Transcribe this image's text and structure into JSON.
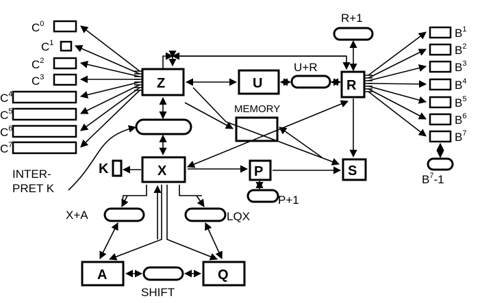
{
  "blocks": {
    "Z": "Z",
    "U": "U",
    "R": "R",
    "X": "X",
    "P": "P",
    "S": "S",
    "A": "A",
    "Q": "Q",
    "K": "K"
  },
  "labels": {
    "r_plus_1": "R+1",
    "u_plus_r": "U+R",
    "memory": "MEMORY",
    "x_plus_a": "X+A",
    "lqx": "LQX",
    "shift": "SHIFT",
    "p_plus_1": "P+1",
    "interpret_line1": "INTER-",
    "interpret_line2": "PRET K",
    "b7_minus_1_base": "B",
    "b7_minus_1_exp": "7",
    "b7_minus_1_tail": "-1"
  },
  "c_registers": [
    {
      "base": "C",
      "exp": "0"
    },
    {
      "base": "C",
      "exp": "1"
    },
    {
      "base": "C",
      "exp": "2"
    },
    {
      "base": "C",
      "exp": "3"
    },
    {
      "base": "C",
      "exp": "4"
    },
    {
      "base": "C",
      "exp": "5"
    },
    {
      "base": "C",
      "exp": "6"
    },
    {
      "base": "C",
      "exp": "7"
    }
  ],
  "b_registers": [
    {
      "base": "B",
      "exp": "1"
    },
    {
      "base": "B",
      "exp": "2"
    },
    {
      "base": "B",
      "exp": "3"
    },
    {
      "base": "B",
      "exp": "4"
    },
    {
      "base": "B",
      "exp": "5"
    },
    {
      "base": "B",
      "exp": "6"
    },
    {
      "base": "B",
      "exp": "7"
    }
  ]
}
